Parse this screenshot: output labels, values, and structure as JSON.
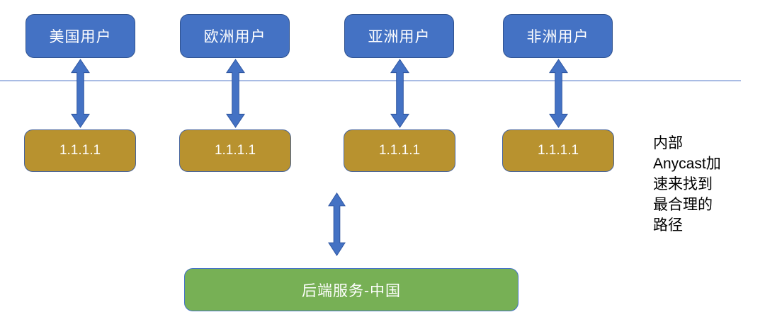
{
  "diagram": {
    "title_hint": "Anycast routing diagram",
    "user_nodes": [
      {
        "label": "美国用户"
      },
      {
        "label": "欧洲用户"
      },
      {
        "label": "亚洲用户"
      },
      {
        "label": "非洲用户"
      }
    ],
    "anycast_nodes": [
      {
        "label": "1.1.1.1"
      },
      {
        "label": "1.1.1.1"
      },
      {
        "label": "1.1.1.1"
      },
      {
        "label": "1.1.1.1"
      }
    ],
    "backend_node": {
      "label": "后端服务-中国"
    },
    "annotation": "内部\nAnycast加\n速来找到\n最合理的\n路径",
    "colors": {
      "user_fill": "#4472C4",
      "user_border": "#2F528F",
      "anycast_fill": "#B8922F",
      "anycast_border": "#46639C",
      "backend_fill": "#77B055",
      "backend_border": "#4472C4",
      "arrow_fill": "#4472C4",
      "arrow_border": "#2E55A0",
      "divider": "#A9BCE4",
      "text_light": "#FFFFFF",
      "text_dark": "#000000"
    }
  }
}
